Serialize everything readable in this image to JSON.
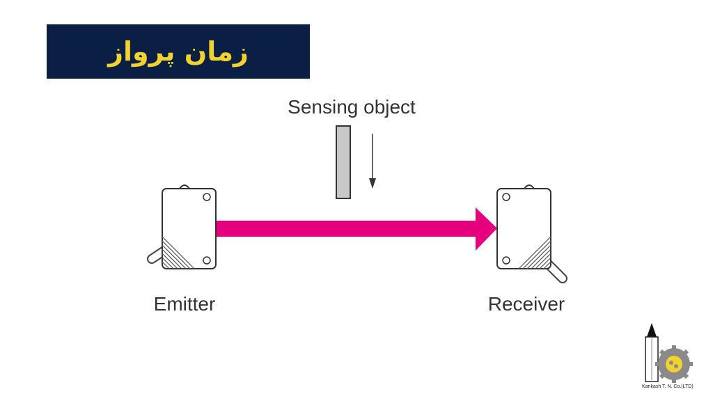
{
  "title": "زمان پرواز",
  "labels": {
    "sensing_object": "Sensing object",
    "emitter": "Emitter",
    "receiver": "Receiver"
  },
  "logo": {
    "caption": "Kankash T. N. Co.(LTD)"
  },
  "colors": {
    "title_bg": "#0b1f45",
    "title_text": "#f2d22e",
    "beam": "#e6007e",
    "sensing_object_fill": "#c8c8c8"
  }
}
